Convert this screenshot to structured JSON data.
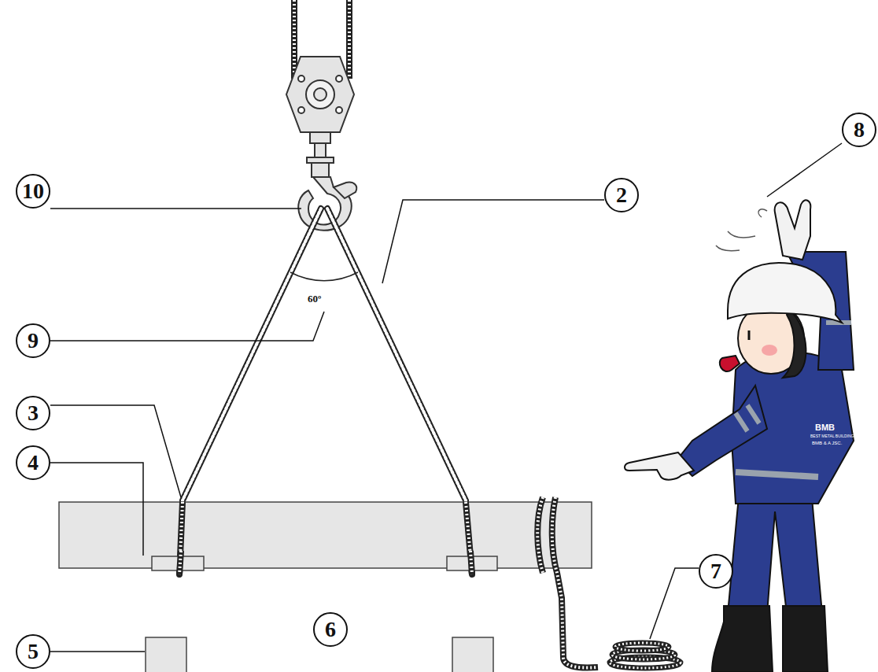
{
  "diagram": {
    "nodes": [
      {
        "text": [
          "8"
        ]
      },
      {
        "text": [
          "10"
        ]
      },
      {
        "text": [
          "2"
        ]
      },
      {
        "text": [
          "9"
        ]
      },
      {
        "text": [
          "3"
        ]
      },
      {
        "text": [
          "4"
        ]
      },
      {
        "text": [
          "7"
        ]
      },
      {
        "text": [
          "6"
        ]
      },
      {
        "text": [
          "5"
        ]
      }
    ],
    "labels": [
      "60º",
      "BMB",
      "BEST METAL BUILDING",
      "BMB & A JSC."
    ]
  }
}
